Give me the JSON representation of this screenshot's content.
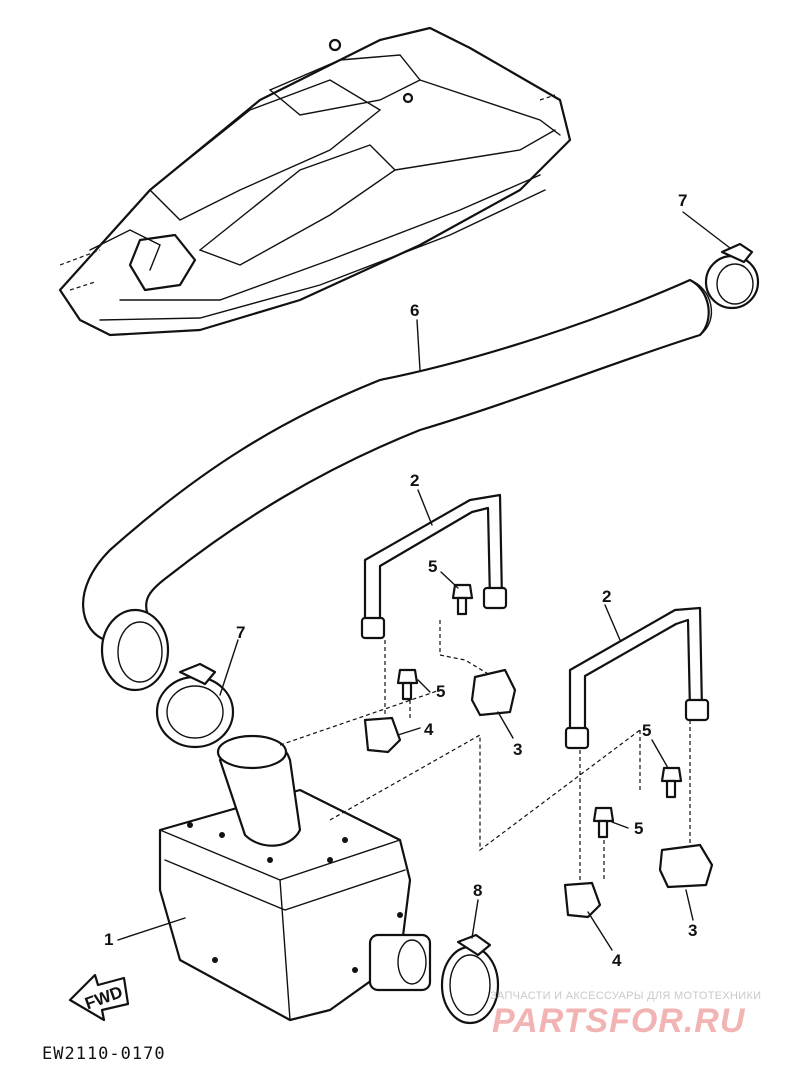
{
  "callouts": {
    "c1": "1",
    "c2a": "2",
    "c2b": "2",
    "c3a": "3",
    "c3b": "3",
    "c4a": "4",
    "c4b": "4",
    "c5a": "5",
    "c5b": "5",
    "c5c": "5",
    "c5d": "5",
    "c6": "6",
    "c7a": "7",
    "c7b": "7",
    "c8": "8"
  },
  "fwd_label": "FWD",
  "diagram_code": "EW2110-0170",
  "watermark": {
    "subtitle": "ЗАПЧАСТИ И АКСЕССУАРЫ ДЛЯ МОТОТЕХНИКИ",
    "logo": "PARTSFOR.RU"
  }
}
